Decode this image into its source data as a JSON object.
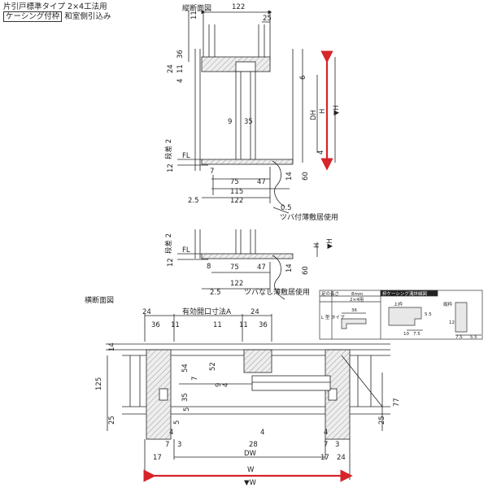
{
  "header": {
    "line1": "片引戸標準タイプ 2×4工法用",
    "tag": "ケーシング付枠",
    "tag_suffix": "和室側引込み"
  },
  "section_titles": {
    "vertical": "縦断面図",
    "horizontal": "横断面図"
  },
  "vertical_dims": {
    "top_width": "122",
    "top_25": "25",
    "left_11": "11",
    "d36": "36",
    "d24": "24",
    "d11": "11",
    "d4": "4",
    "d6": "6",
    "d9": "9",
    "d35": "35",
    "dh_label": "DH",
    "h_label": "H",
    "h_arrow_label": "▼H",
    "d4b": "4",
    "step_label": "段差 2",
    "fl": "FL",
    "d12": "12",
    "d7": "7",
    "d75": "75",
    "d47": "47",
    "d14": "14",
    "d60": "60",
    "d115": "115",
    "d122": "122",
    "d25b": "2.5",
    "d05": "0.5",
    "note_tsuba": "ツバ付薄敷居使用"
  },
  "lower_dims": {
    "step_label": "段差 2",
    "fl": "FL",
    "d12": "12",
    "d8": "8",
    "d75": "75",
    "d47": "47",
    "d14": "14",
    "d60": "60",
    "d122": "122",
    "d25": "2.5",
    "h_label": "H",
    "h_arrow_label": "▼H",
    "note_no_tsuba": "ツバなし薄敷居使用"
  },
  "horizontal_dims": {
    "d24a": "24",
    "effective_opening": "有効開口寸法A",
    "d24b": "24",
    "d36a": "36",
    "d11a": "11",
    "d11b": "11",
    "d11c": "11",
    "d36b": "36",
    "d14": "14",
    "d54": "54",
    "d52": "52",
    "d125": "125",
    "d7": "7",
    "d9": "9",
    "d4a": "4",
    "d35": "35",
    "d5a": "5",
    "d25a": "25",
    "d5b": "5",
    "d77": "77",
    "d25b": "25",
    "d4b": "4",
    "d4c": "4",
    "d4d": "4",
    "d7b": "7",
    "d3": "3",
    "d28": "28",
    "d7c": "7",
    "d3b": "3",
    "d17": "17",
    "dw": "DW",
    "d17b": "17",
    "d24": "24",
    "w": "W",
    "w_arrow": "▼W"
  },
  "detail_table": {
    "col_header_1": "足の長さ",
    "col_header_2": "8mm",
    "sub_header": "2×4用",
    "row_label": "L 型 タイプ",
    "dim_36": "36",
    "right_title": "枠ケーシング溝詳細図",
    "upper_frame": "上枠",
    "vertical_frame": "縦枠",
    "d10": "10",
    "d75a": "7.5",
    "d55a": "5.5",
    "d12": "12",
    "d75b": "7.5",
    "d55b": "5.5"
  },
  "colors": {
    "accent_arrow": "#d6242a",
    "wood_fill": "#e8e8e8",
    "line": "#222222"
  }
}
